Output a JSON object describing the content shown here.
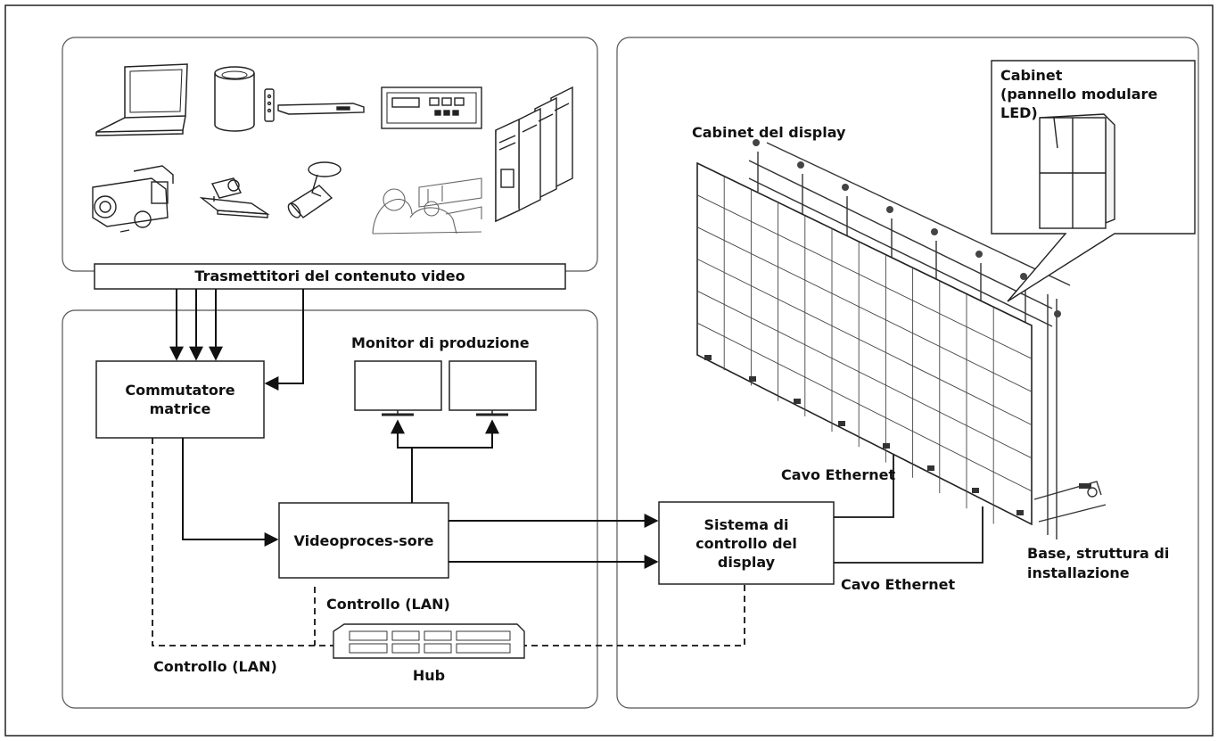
{
  "labels": {
    "transmitters": "Trasmettitori del contenuto video",
    "matrix_switcher_line1": "Commutatore",
    "matrix_switcher_line2": "matrice",
    "production_monitors": "Monitor di produzione",
    "video_processor": "Videoproces-sore",
    "control_lan_upper": "Controllo (LAN)",
    "control_lan_lower": "Controllo (LAN)",
    "hub": "Hub",
    "display_control_line1": "Sistema di",
    "display_control_line2": "controllo del",
    "display_control_line3": "display",
    "ethernet_upper": "Cavo Ethernet",
    "ethernet_lower": "Cavo Ethernet",
    "display_cabinet": "Cabinet del display",
    "base_line1": "Base, struttura di",
    "base_line2": "installazione",
    "cabinet_callout_line1": "Cabinet",
    "cabinet_callout_line2": "(pannello modulare",
    "cabinet_callout_line3": "LED)"
  },
  "device_icons": [
    "laptop-icon",
    "cylinder-computer-icon",
    "media-player-icon",
    "video-recorder-deck-icon",
    "server-rack-icon",
    "camcorder-icon",
    "ptz-camera-icon",
    "bullet-camera-icon",
    "classroom-scene-icon"
  ],
  "colors": {
    "line": "#111111",
    "panel_border": "#555555",
    "background": "#ffffff"
  }
}
